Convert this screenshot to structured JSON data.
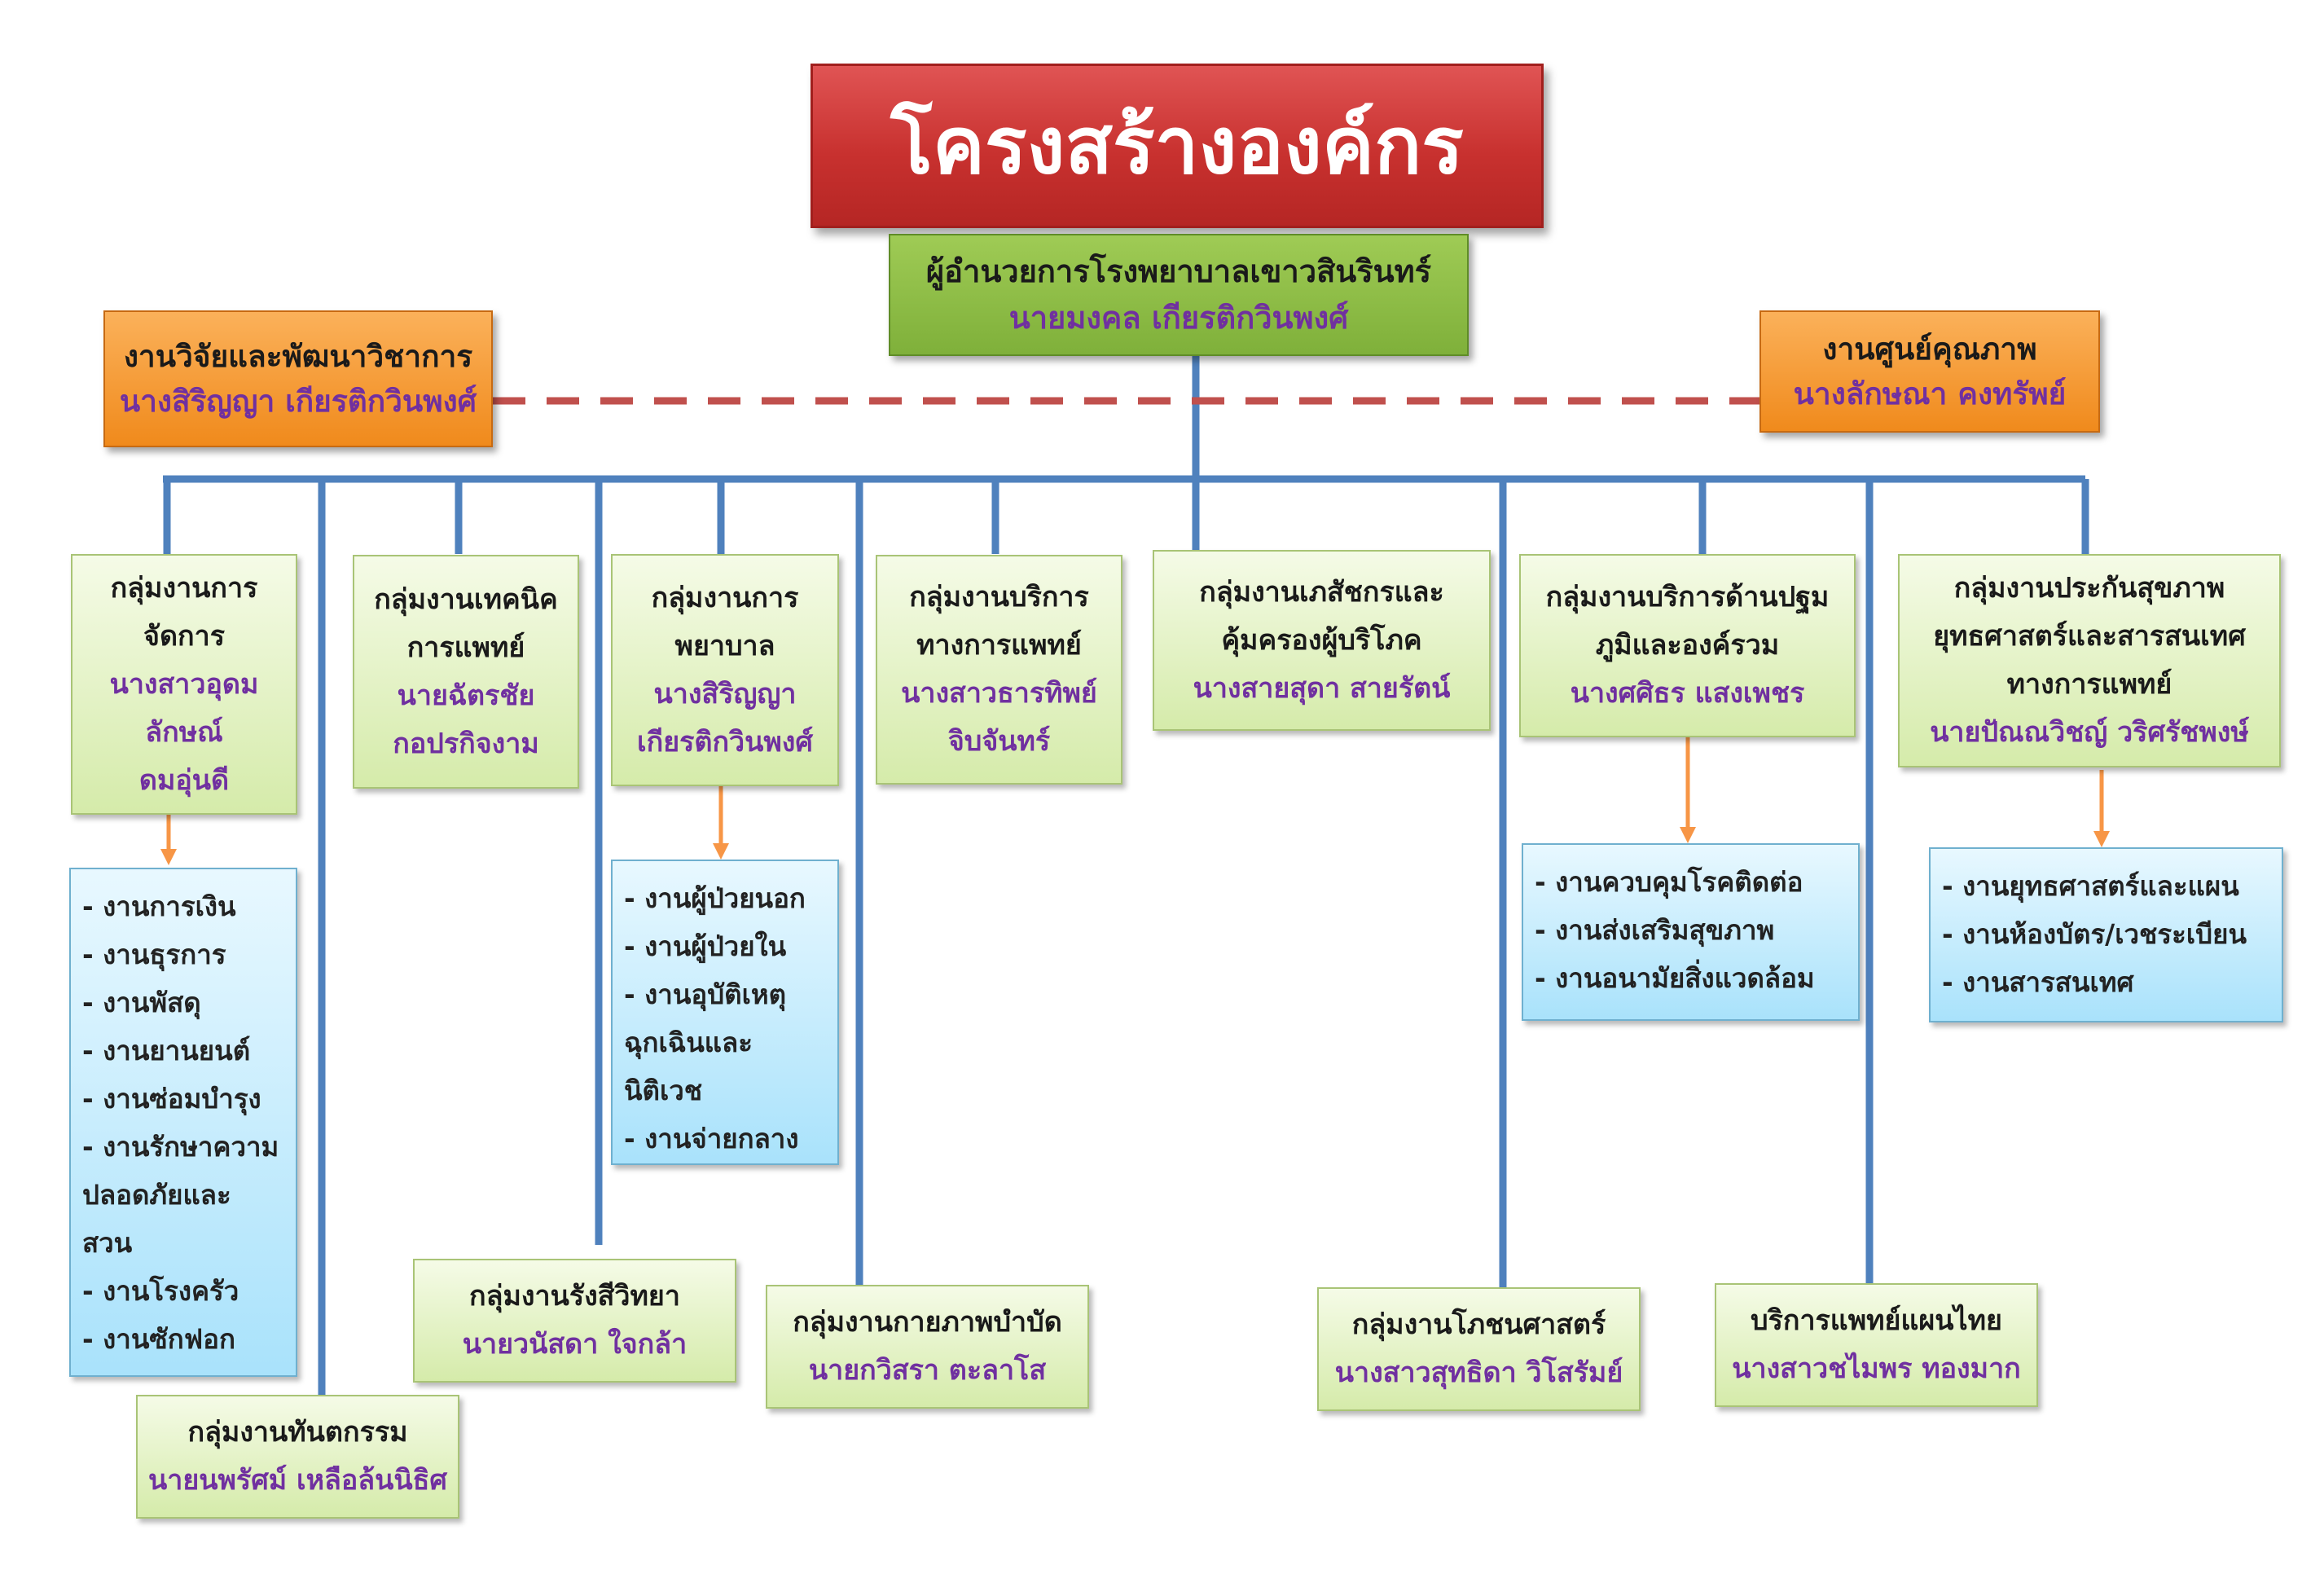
{
  "title": "โครงสร้างองค์กร",
  "director": {
    "role": "ผู้อำนวยการโรงพยาบาลเขาวสินรินทร์",
    "name": "นายมงคล เกียรติกวินพงศ์"
  },
  "staff_left": {
    "role": "งานวิจัยและพัฒนาวิชาการ",
    "name": "นางสิริญญา เกียรติกวินพงศ์"
  },
  "staff_right": {
    "role": "งานศูนย์คุณภาพ",
    "name": "นางลักษณา คงทรัพย์"
  },
  "groups": {
    "management": {
      "role": [
        "กลุ่มงานการ",
        "จัดการ"
      ],
      "name": [
        "นางสาวอุดม",
        "ลักษณ์",
        "ดมอุ่นดี"
      ]
    },
    "medical_tech": {
      "role": [
        "กลุ่มงานเทคนิค",
        "การแพทย์"
      ],
      "name": [
        "นายฉัตรชัย",
        "กอปรกิจงาม"
      ]
    },
    "nursing": {
      "role": [
        "กลุ่มงานการ",
        "พยาบาล"
      ],
      "name": [
        "นางสิริญญา",
        "เกียรติกวินพงศ์"
      ]
    },
    "medical_service": {
      "role": [
        "กลุ่มงานบริการ",
        "ทางการแพทย์"
      ],
      "name": [
        "นางสาวธารทิพย์",
        "จิบจันทร์"
      ]
    },
    "pharmacy": {
      "role": [
        "กลุ่มงานเภสัชกรและ",
        "คุ้มครองผู้บริโภค"
      ],
      "name": [
        "นางสายสุดา สายรัตน์"
      ]
    },
    "primary_care": {
      "role": [
        "กลุ่มงานบริการด้านปฐม",
        "ภูมิและองค์รวม"
      ],
      "name": [
        "นางศศิธร แสงเพชร"
      ]
    },
    "insurance": {
      "role": [
        "กลุ่มงานประกันสุขภาพ",
        "ยุทธศาสตร์และสารสนเทศ",
        "ทางการแพทย์"
      ],
      "name": [
        "นายปัณณวิชญ์ วริศรัชพงษ์"
      ]
    },
    "dental": {
      "role": [
        "กลุ่มงานทันตกรรม"
      ],
      "name": [
        "นายนพรัศม์ เหลือล้นนิธิศ"
      ]
    },
    "radiology": {
      "role": [
        "กลุ่มงานรังสีวิทยา"
      ],
      "name": [
        "นายวนัสดา ใจกล้า"
      ]
    },
    "physio": {
      "role": [
        "กลุ่มงานกายภาพบำบัด"
      ],
      "name": [
        "นายกวิสรา ตะลาโส"
      ]
    },
    "nutrition": {
      "role": [
        "กลุ่มงานโภชนศาสตร์"
      ],
      "name": [
        "นางสาวสุทธิดา  วิโสรัมย์"
      ]
    },
    "thai_med": {
      "role": [
        "บริการแพทย์แผนไทย"
      ],
      "name": [
        "นางสาวชไมพร ทองมาก"
      ]
    }
  },
  "sublists": {
    "management": [
      "- งานการเงิน",
      "- งานธุรการ",
      "- งานพัสดุ",
      "- งานยานยนต์",
      "- งานซ่อมบำรุง",
      "- งานรักษาความ",
      "ปลอดภัยและ",
      "สวน",
      "- งานโรงครัว",
      "- งานซักฟอก"
    ],
    "nursing": [
      "- งานผู้ป่วยนอก",
      "- งานผู้ป่วยใน",
      "- งานอุบัติเหตุ",
      "ฉุกเฉินและ",
      "นิติเวช",
      "- งานจ่ายกลาง"
    ],
    "primary_care": [
      "- งานควบคุมโรคติดต่อ",
      "- งานส่งเสริมสุขภาพ",
      "- งานอนามัยสิ่งแวดล้อม"
    ],
    "insurance": [
      "- งานยุทธศาสตร์และแผน",
      "- งานห้องบัตร/เวชระเบียน",
      "- งานสารสนเทศ"
    ]
  },
  "colors": {
    "line": "#4f81bd",
    "dashed": "#c0504d",
    "arrow": "#f79646",
    "title_bg": "#c8312f",
    "director_bg": "#7fb03a",
    "staff_bg": "#f08a1c",
    "group_bg": "#d5ebaa",
    "list_bg": "#a9e2fb",
    "name_text": "#7030a0"
  }
}
